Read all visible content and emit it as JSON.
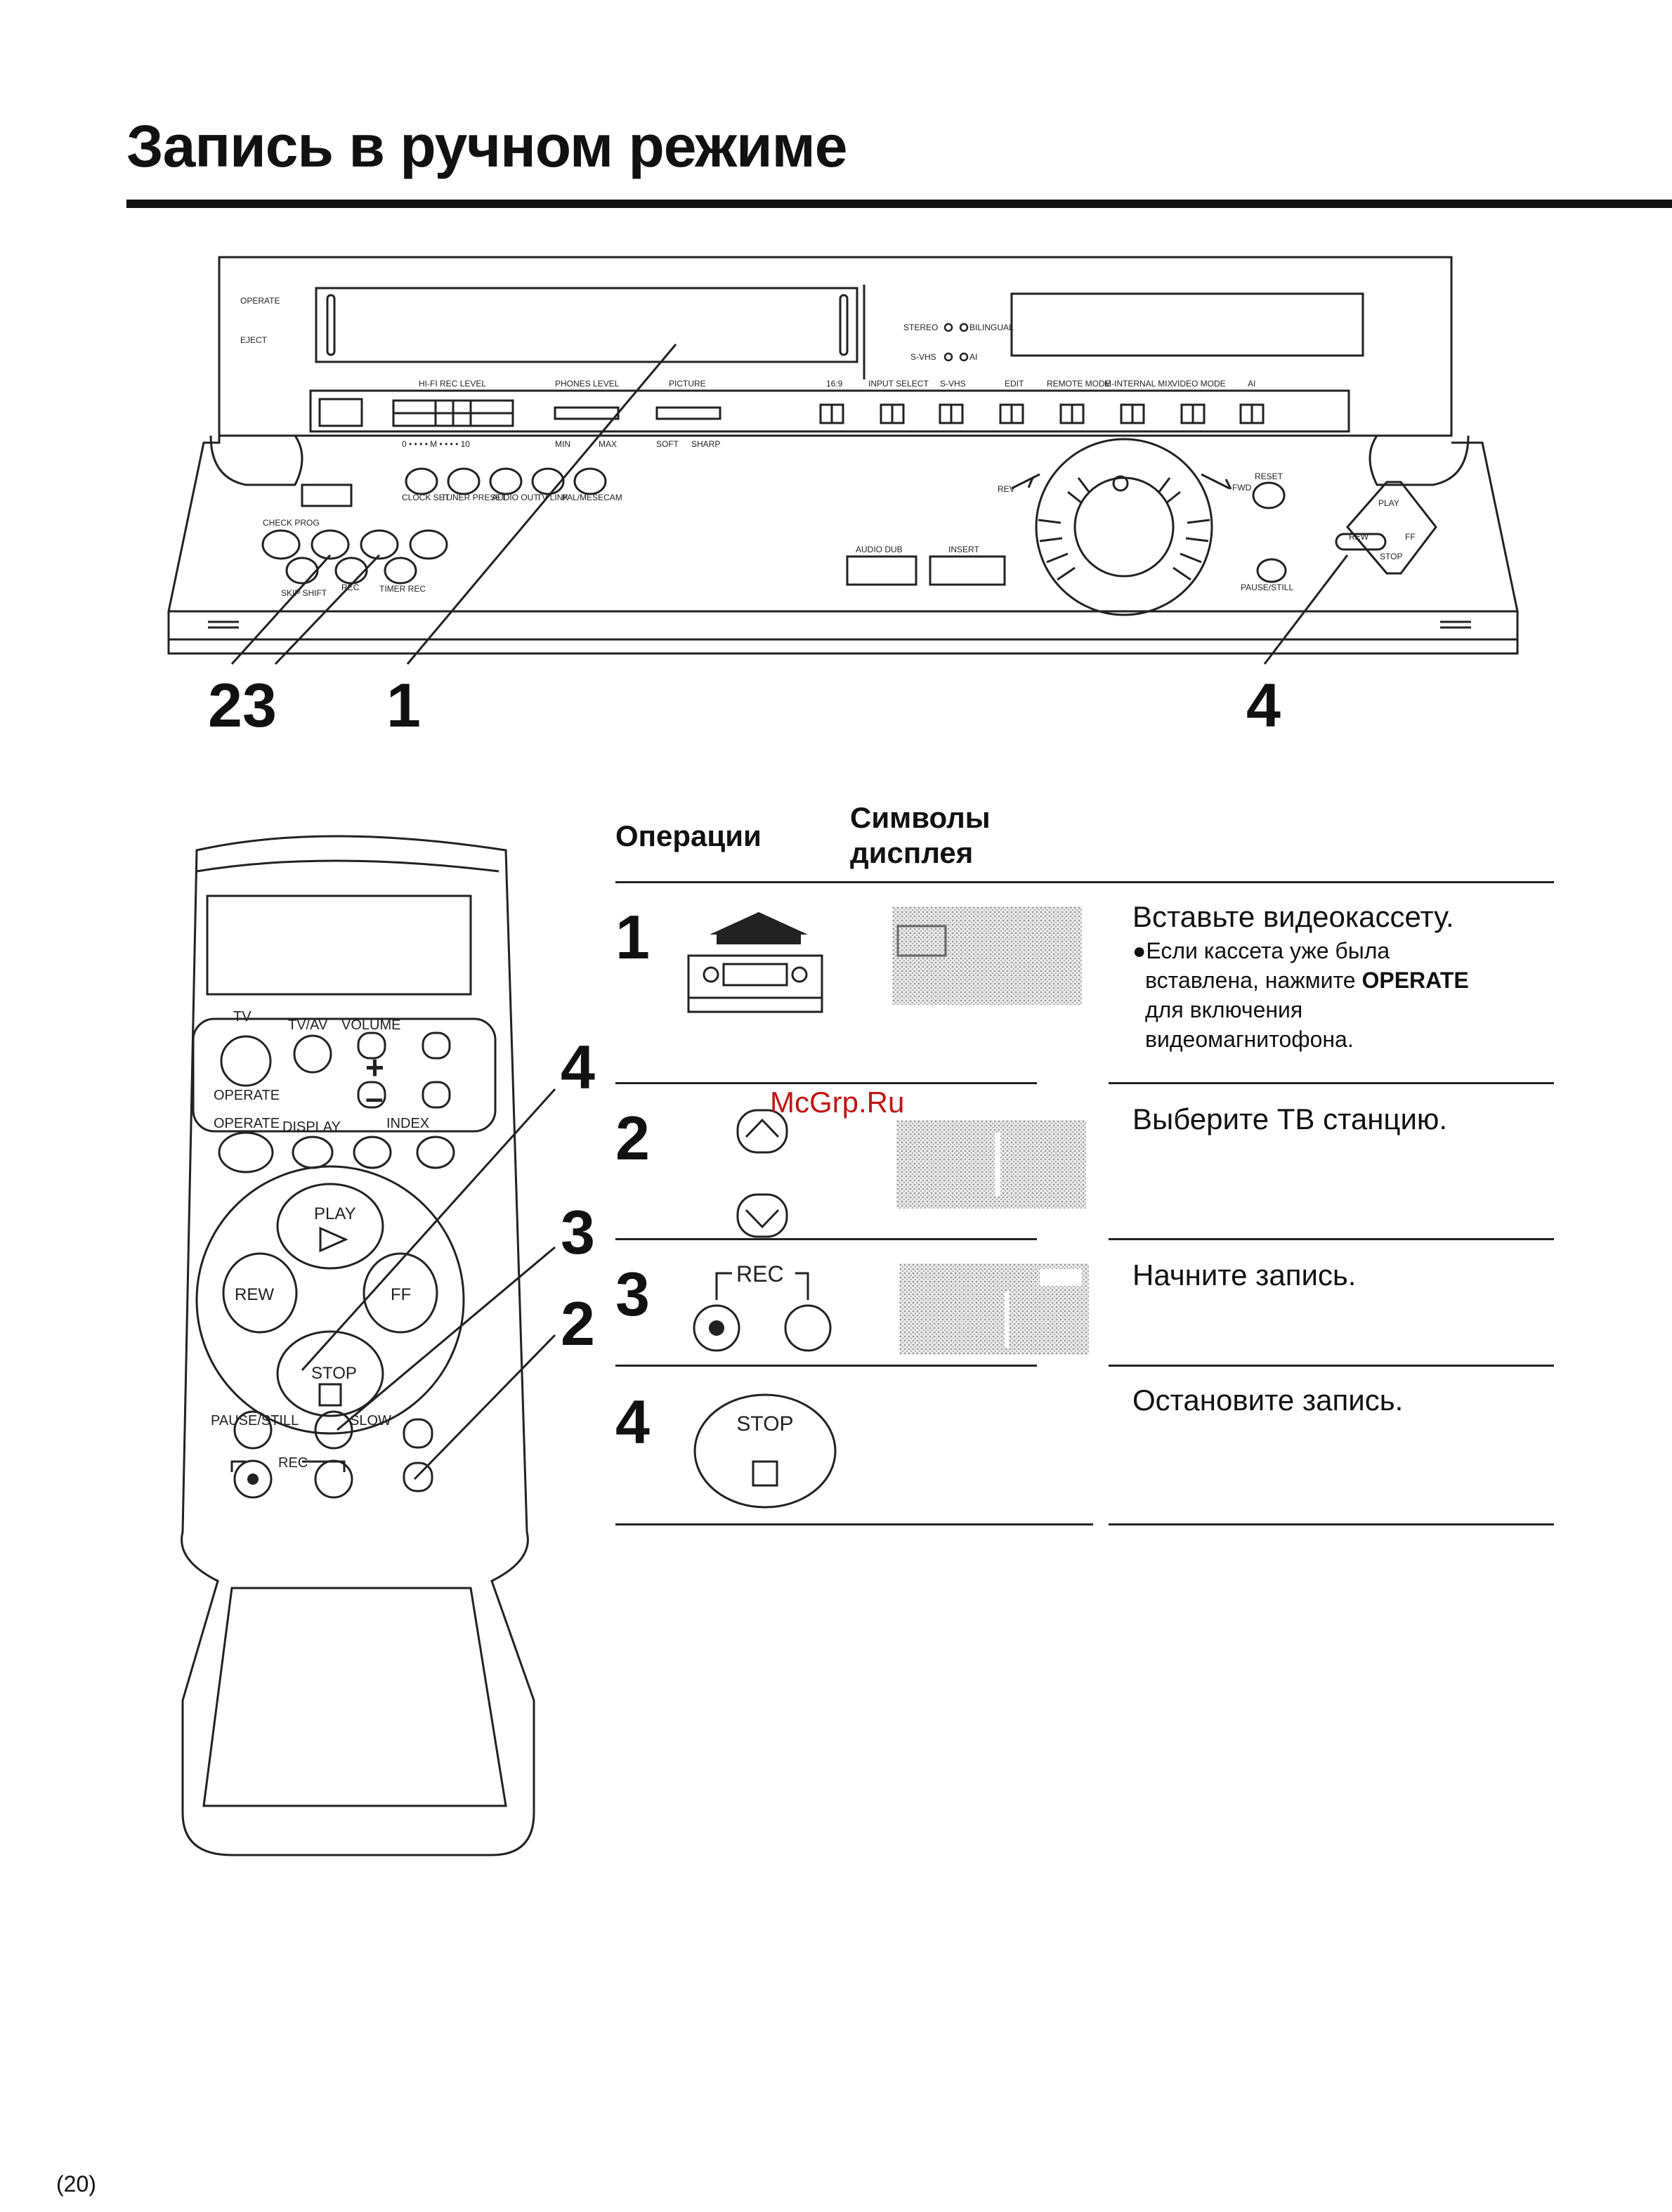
{
  "page": {
    "title": "Запись в ручном режиме",
    "page_number": "(20)",
    "watermark": "McGrp.Ru"
  },
  "vcr_panel": {
    "operate": "OPERATE",
    "eject": "EJECT",
    "stereo": "STEREO",
    "bilingual": "BILINGUAL",
    "svhs_ind": "S-VHS",
    "ai_ind": "AI",
    "hifi_rec_level": "HI-FI REC LEVEL",
    "phones_level": "PHONES LEVEL",
    "picture": "PICTURE",
    "wide_169": "16:9",
    "input_select": "INPUT SELECT",
    "svhs": "S-VHS",
    "edit": "EDIT",
    "remote_mode": "REMOTE MODE",
    "m_internal_mix": "M-INTERNAL MIX",
    "video_mode": "VIDEO MODE",
    "ai": "AI",
    "scale": "0 • • • • M • • • • 10",
    "min": "MIN",
    "max": "MAX",
    "soft": "SOFT",
    "sharp": "SHARP",
    "check_prog": "CHECK PROG",
    "clock_set": "CLOCK SET",
    "tuner_preset": "TUNER PRESET",
    "audio_out": "AUDIO OUT",
    "tv_link": "TV LINK",
    "pal_mesecam": "PAL/MESECAM",
    "skip_shift": "SKIP SHIFT",
    "rec": "REC",
    "timer_rec": "TIMER REC",
    "audio_dub": "AUDIO DUB",
    "insert": "INSERT",
    "rev": "REV",
    "fwd": "FWD",
    "reset": "RESET",
    "play": "PLAY",
    "rew": "REW",
    "ff": "FF",
    "stop": "STOP",
    "pause_still": "PAUSE/STILL"
  },
  "callouts": {
    "c23": "23",
    "c1": "1",
    "c4": "4"
  },
  "remote": {
    "tv": "TV",
    "tv_av": "TV/AV",
    "volume": "VOLUME",
    "operate_tv": "OPERATE",
    "operate": "OPERATE",
    "display": "DISPLAY",
    "index": "INDEX",
    "play": "PLAY",
    "rew": "REW",
    "ff": "FF",
    "stop": "STOP",
    "pause_still": "PAUSE/STILL",
    "slow": "SLOW",
    "rec": "REC",
    "callouts": {
      "c4": "4",
      "c3": "3",
      "c2": "2"
    }
  },
  "table": {
    "col_operations": "Операции",
    "col_symbols_1": "Символы",
    "col_symbols_2": "дисплея",
    "steps": [
      {
        "num": "1",
        "text": "Вставьте видеокассету.",
        "note_1": "●Если кассета уже была",
        "note_2a": "вставлена, нажмите ",
        "note_2b": "OPERATE",
        "note_3": "для включения",
        "note_4": "видеомагнитофона."
      },
      {
        "num": "2",
        "text": "Выберите ТВ станцию."
      },
      {
        "num": "3",
        "text": "Начните запись.",
        "rec_label": "REC"
      },
      {
        "num": "4",
        "text": "Остановите запись.",
        "stop_label": "STOP"
      }
    ]
  }
}
